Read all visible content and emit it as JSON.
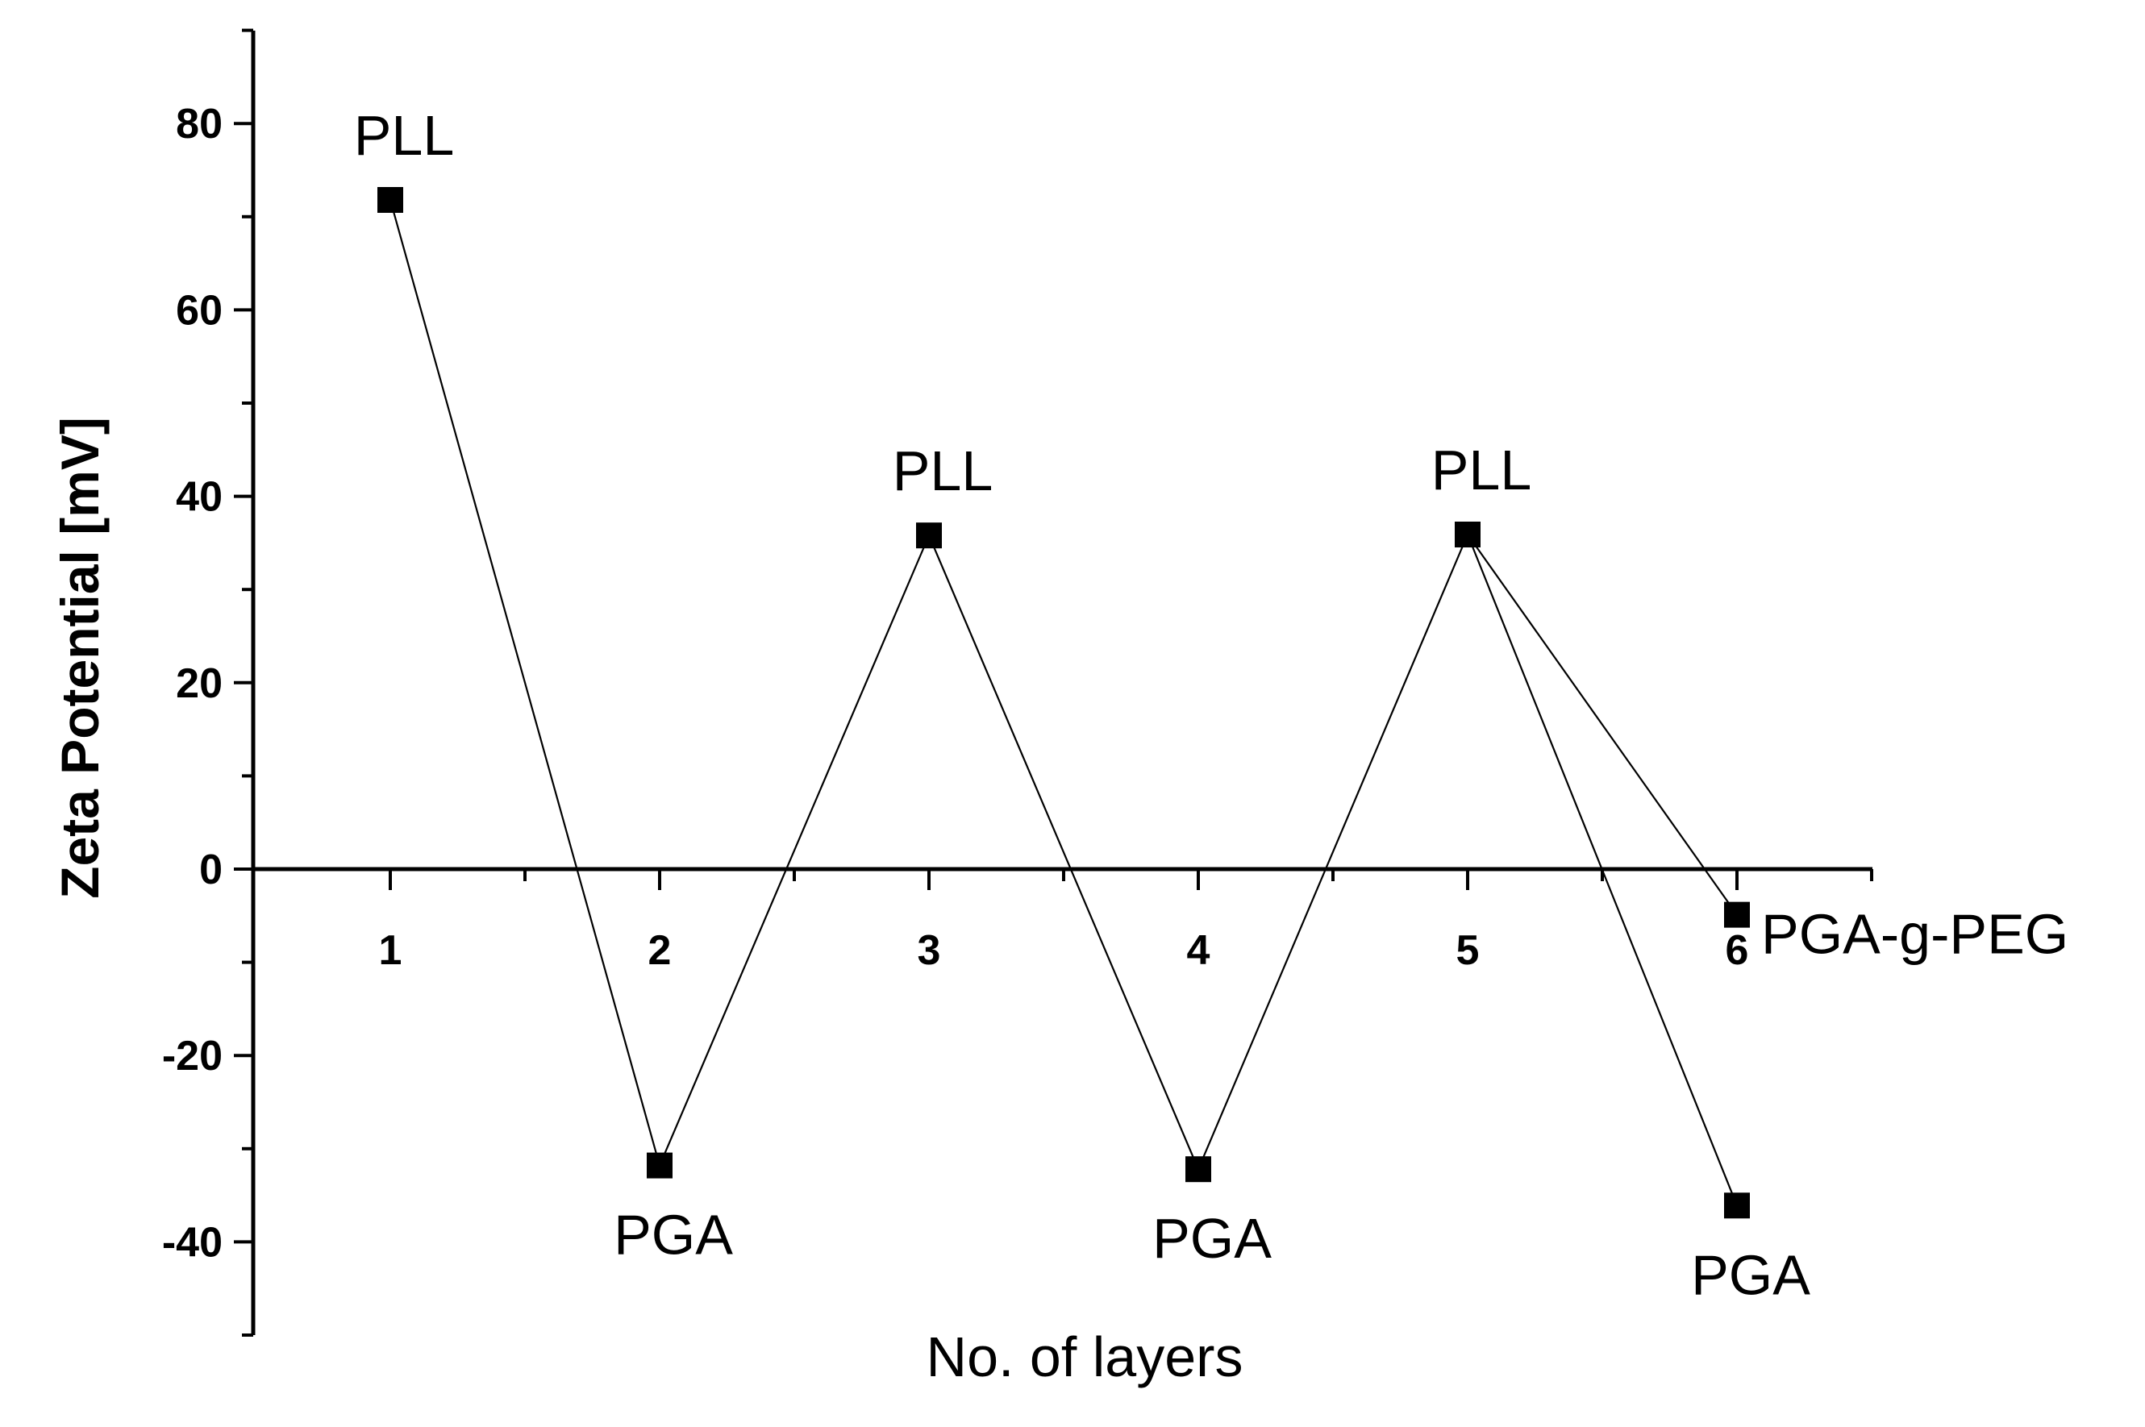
{
  "chart_data": {
    "type": "line",
    "title": "",
    "xlabel": "No. of layers",
    "ylabel": "Zeta Potential [mV]",
    "xlim": [
      0.5,
      6.5
    ],
    "ylim": [
      -50,
      90
    ],
    "x_ticks": [
      "1",
      "2",
      "3",
      "4",
      "5",
      "6"
    ],
    "y_ticks": [
      "-40",
      "-20",
      "0",
      "20",
      "40",
      "60",
      "80"
    ],
    "grid": false,
    "legend": "none",
    "marker": "square",
    "color": "#000000",
    "points": [
      {
        "x": 1,
        "y": 71.8,
        "label": "PLL"
      },
      {
        "x": 2,
        "y": -31.8,
        "label": "PGA"
      },
      {
        "x": 3,
        "y": 35.8,
        "label": "PLL"
      },
      {
        "x": 4,
        "y": -32.2,
        "label": "PGA"
      },
      {
        "x": 5,
        "y": 35.9,
        "label": "PLL"
      },
      {
        "x": 6,
        "y": -4.9,
        "label": "PGA-g-PEG"
      },
      {
        "x": 6,
        "y": -36.1,
        "label": "PGA"
      }
    ],
    "segments": [
      [
        0,
        1
      ],
      [
        1,
        2
      ],
      [
        2,
        3
      ],
      [
        3,
        4
      ],
      [
        4,
        5
      ],
      [
        4,
        6
      ]
    ]
  }
}
